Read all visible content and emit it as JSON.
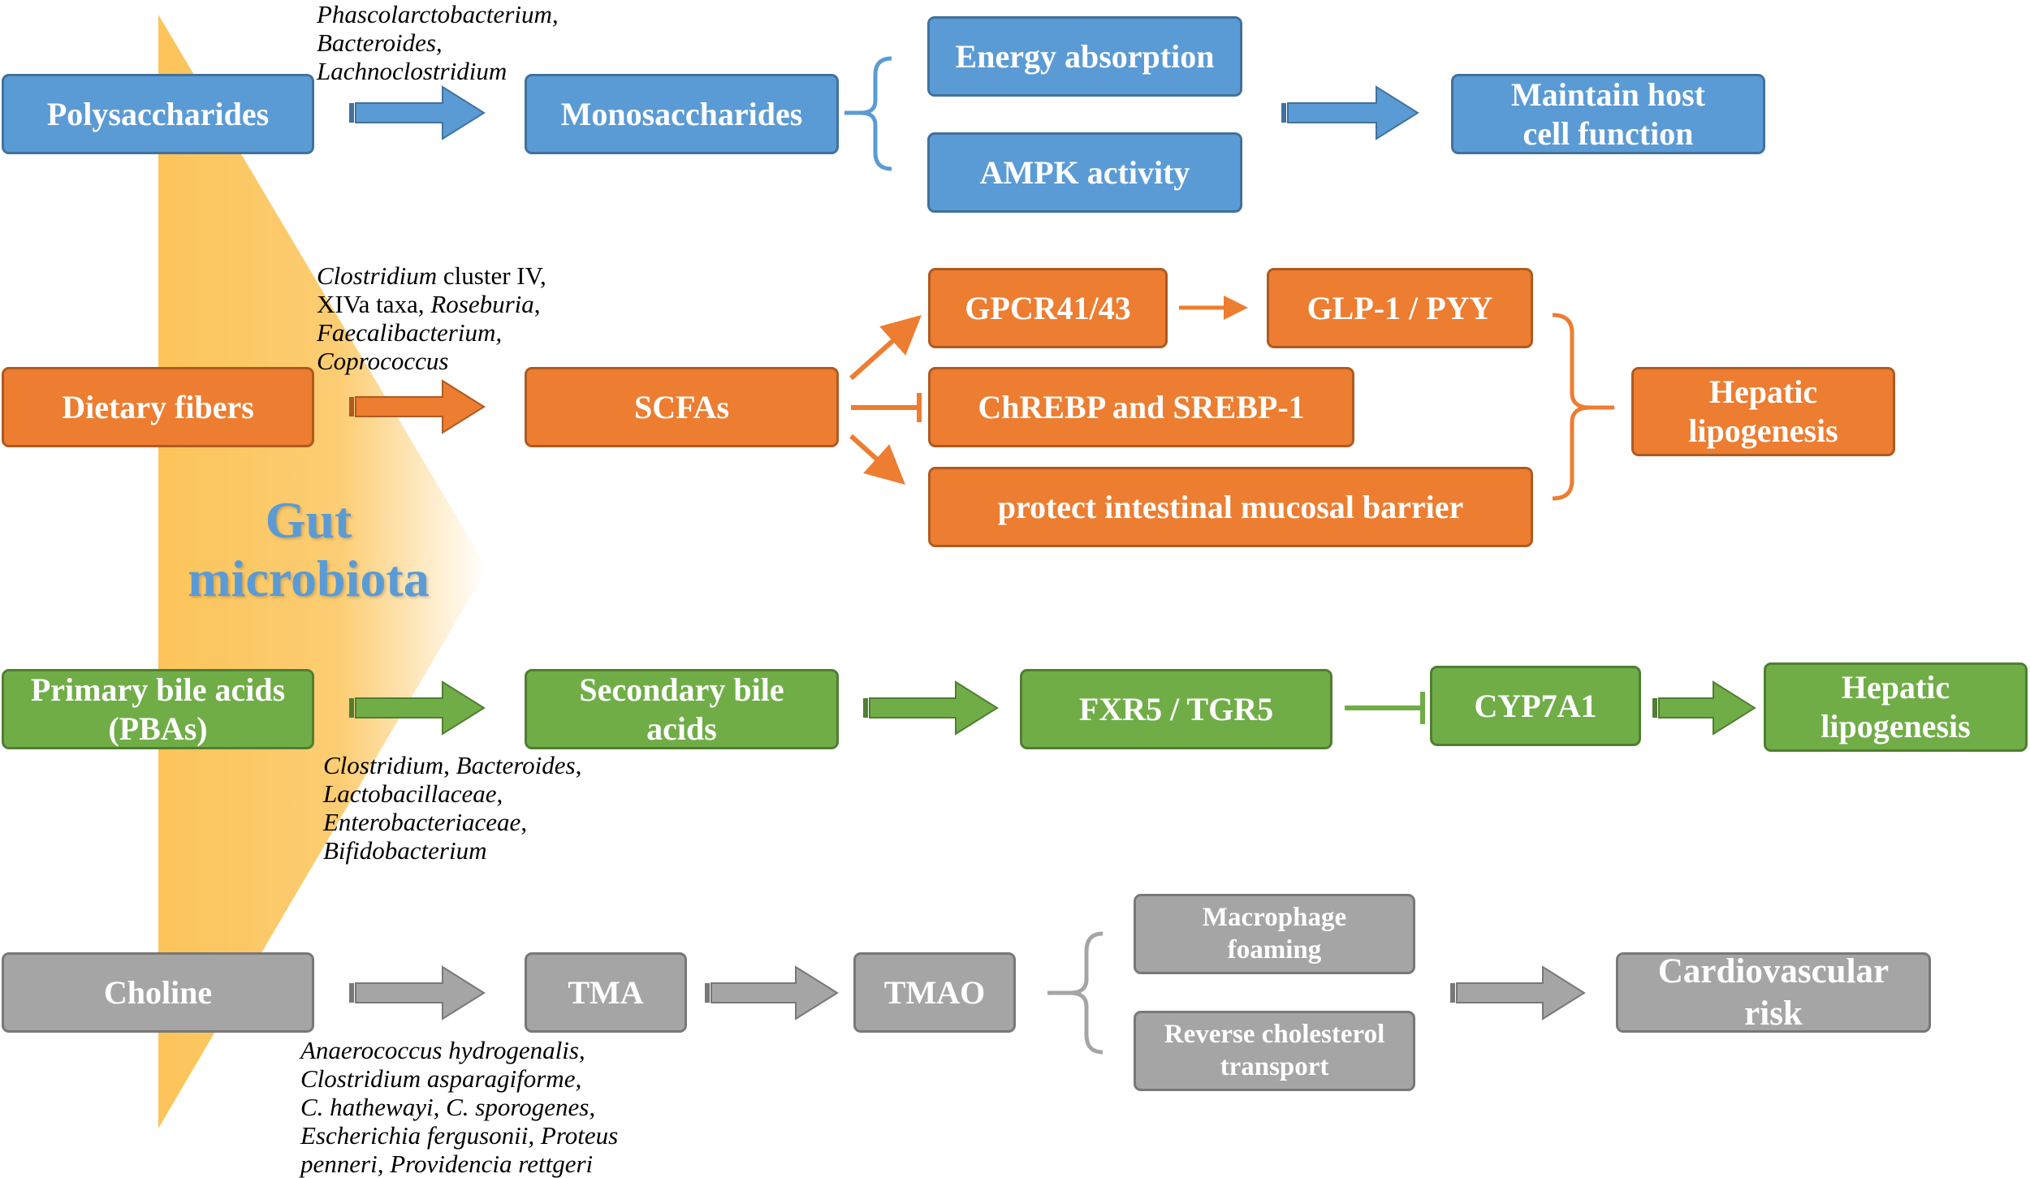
{
  "background": {
    "label_line1": "Gut",
    "label_line2": "microbiota",
    "label_color": "#5b9bd5",
    "wedge_color": "#fcc45a"
  },
  "colors": {
    "blue": "#5b9bd5",
    "orange": "#ed7d31",
    "green": "#70ad47",
    "gray": "#a5a5a5"
  },
  "polysaccharides": {
    "source": "Polysaccharides",
    "bacteria": [
      "Phascolarctobacterium,",
      "Bacteroides,",
      "Lachnoclostridium"
    ],
    "product": "Monosaccharides",
    "effect1": "Energy absorption",
    "effect2": "AMPK activity",
    "outcome_line1": "Maintain host",
    "outcome_line2": "cell function"
  },
  "fibers": {
    "source": "Dietary fibers",
    "bacteria": {
      "l1_italic": "Clostridium",
      "l1_rest": " cluster IV,",
      "l2_plain": "XIVa taxa, ",
      "l2_italic": "Roseburia",
      "l2_rest": ",",
      "l3": "Faecalibacterium,",
      "l4": "Coprococcus"
    },
    "product": "SCFAs",
    "target1": "GPCR41/43",
    "target1_result": "GLP-1 / PYY",
    "target2": "ChREBP and SREBP-1",
    "target3": "protect intestinal mucosal barrier",
    "outcome_line1": "Hepatic",
    "outcome_line2": "lipogenesis"
  },
  "bile": {
    "source_line1": "Primary bile acids",
    "source_line2": "(PBAs)",
    "bacteria": {
      "l1_italic1": "Clostridium",
      "l1_sep": ", ",
      "l1_italic2": "Bacteroides",
      "l1_rest": ",",
      "l2_italic": "Lactobacillaceae",
      "l2_rest": ",",
      "l3_italic": "Enterobacteriaceae",
      "l3_rest": ",",
      "l4": "Bifidobacterium"
    },
    "product_line1": "Secondary bile",
    "product_line2": "acids",
    "receptor": "FXR5 / TGR5",
    "enzyme": "CYP7A1",
    "outcome_line1": "Hepatic",
    "outcome_line2": "lipogenesis"
  },
  "choline": {
    "source": "Choline",
    "bacteria": [
      "Anaerococcus hydrogenalis,",
      "Clostridium asparagiforme,",
      "C. hathewayi, C. sporogenes,",
      "Escherichia fergusonii, Proteus",
      "penneri, Providencia rettgeri"
    ],
    "product": "TMA",
    "metabolite": "TMAO",
    "effect1_line1": "Macrophage",
    "effect1_line2": "foaming",
    "effect2_line1": "Reverse cholesterol",
    "effect2_line2": "transport",
    "outcome_line1": "Cardiovascular",
    "outcome_line2": "risk"
  }
}
